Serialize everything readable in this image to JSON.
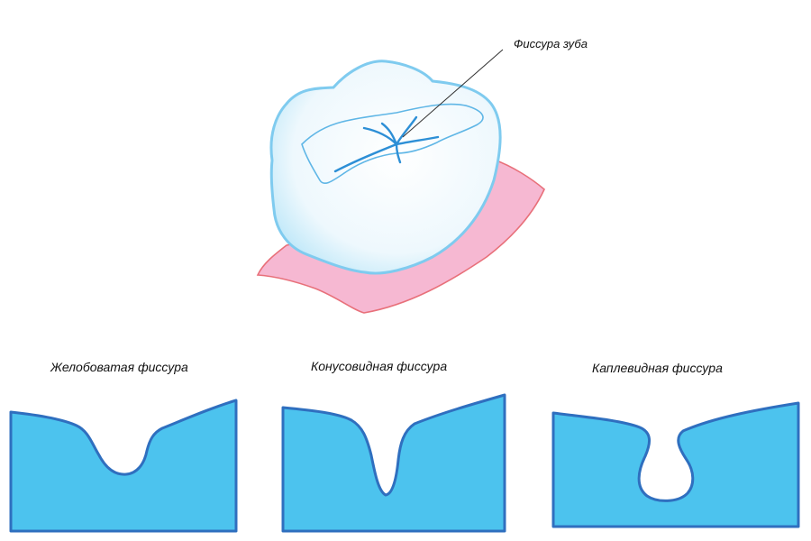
{
  "tooth": {
    "label": "Фиссура зуба"
  },
  "fissure_types": [
    {
      "name": "Желобоватая фиссура"
    },
    {
      "name": "Конусовидная фиссура"
    },
    {
      "name": "Каплевидная фиссура"
    }
  ],
  "colors": {
    "fill": "#4cc3ee",
    "outline": "#2f6fbf",
    "gum": "#f6b8d2",
    "gum_edge": "#e8707a",
    "enamel": "#f6fbff",
    "enamel_edge": "#8fd3f3",
    "fissure": "#2d8fd6"
  }
}
